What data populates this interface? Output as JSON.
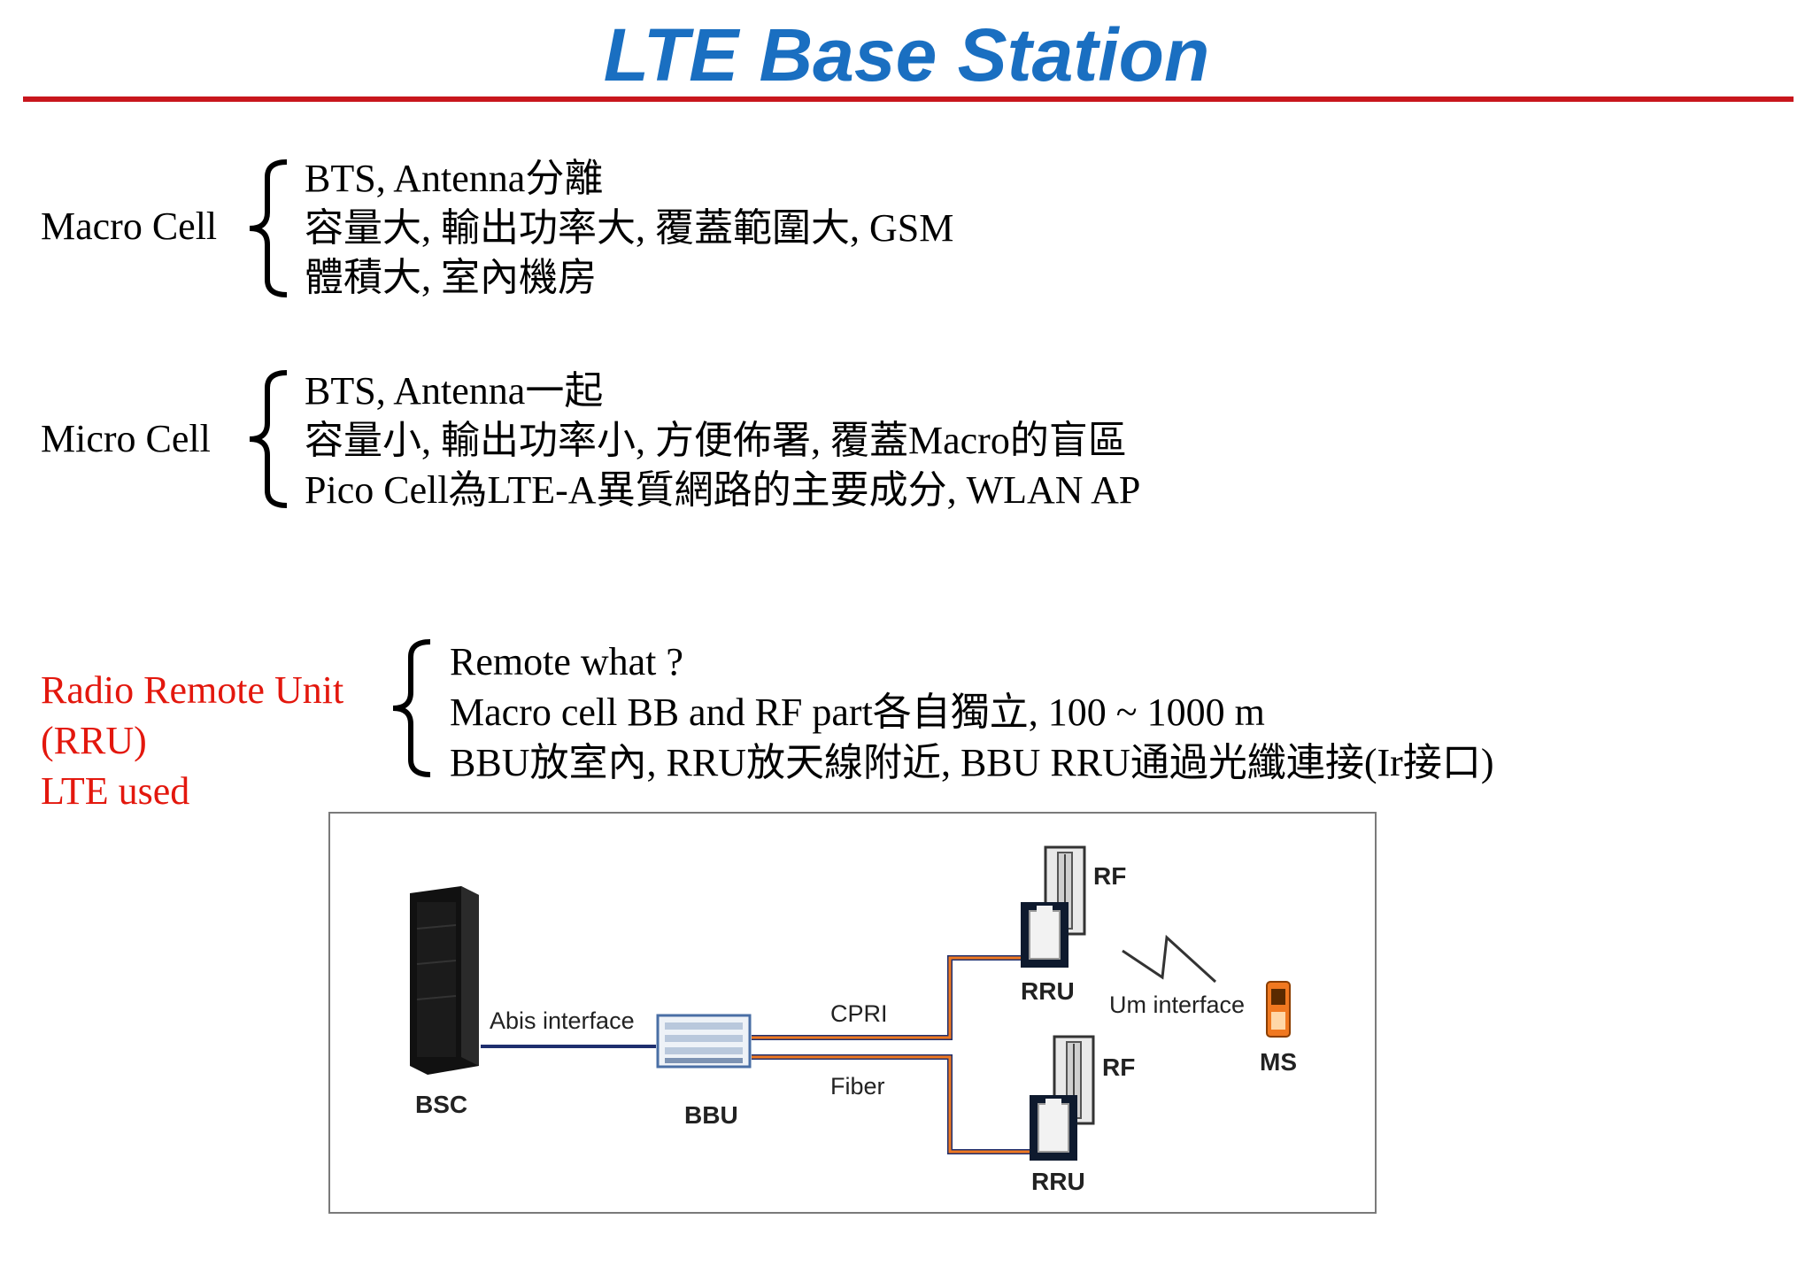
{
  "title": "LTE Base Station",
  "sections": [
    {
      "label": "Macro Cell",
      "lines": [
        "BTS, Antenna分離",
        "容量大, 輸出功率大, 覆蓋範圍大, GSM",
        "體積大, 室內機房"
      ]
    },
    {
      "label": "Micro Cell",
      "lines": [
        "BTS, Antenna一起",
        "容量小, 輸出功率小, 方便佈署, 覆蓋Macro的盲區",
        "Pico Cell為LTE-A異質網路的主要成分, WLAN AP"
      ]
    },
    {
      "label_lines": [
        "Radio Remote Unit",
        "(RRU)",
        "LTE used"
      ],
      "lines": [
        "Remote what ?",
        "Macro cell BB and RF part各自獨立, 100 ~ 1000 m",
        "BBU放室內, RRU放天線附近, BBU RRU通過光纖連接(Ir接口)"
      ]
    }
  ],
  "diagram": {
    "bsc": "BSC",
    "bbu": "BBU",
    "abis": "Abis interface",
    "cpri": "CPRI",
    "fiber": "Fiber",
    "rru_top": "RRU",
    "rru_bottom": "RRU",
    "rf_top": "RF",
    "rf_bottom": "RF",
    "um": "Um interface",
    "ms": "MS"
  },
  "colors": {
    "title": "#1a6fc1",
    "rule": "#c8161d",
    "rru_label": "#e3170d",
    "cable_orange": "#f07820",
    "cable_blue": "#1f2f6e"
  }
}
